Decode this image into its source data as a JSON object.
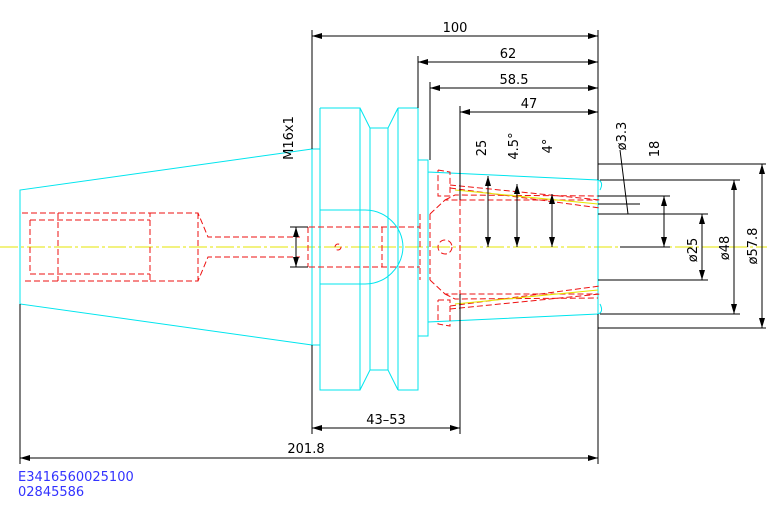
{
  "drawing": {
    "dimensions": {
      "len_100": "100",
      "len_62": "62",
      "len_58_5": "58.5",
      "len_47": "47",
      "len_43_53": "43–53",
      "len_201_8": "201.8",
      "thread_m16x1": "M16x1",
      "v_25": "25",
      "angle_4_5": "4.5°",
      "angle_4": "4°",
      "dia_3_3": "ø3.3",
      "v_18": "18",
      "dia_25": "ø25",
      "dia_48": "ø48",
      "dia_57_8": "ø57.8"
    },
    "codes": {
      "line1": "E3416560025100",
      "line2": "02845586"
    },
    "colors": {
      "outline": "#00e5ee",
      "hidden": "#ee1111",
      "centerline": "#e6e600",
      "dimension": "#000000",
      "code_text": "#3333ff"
    }
  }
}
